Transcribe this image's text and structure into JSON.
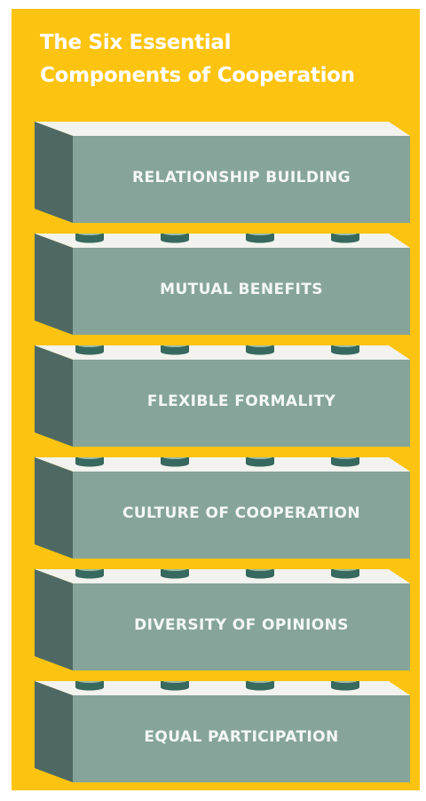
{
  "title": {
    "line1": "The Six Essential",
    "line2": "Components of Cooperation"
  },
  "components": [
    {
      "label": "RELATIONSHIP BUILDING"
    },
    {
      "label": "MUTUAL BENEFITS"
    },
    {
      "label": "FLEXIBLE FORMALITY"
    },
    {
      "label": "CULTURE OF COOPERATION"
    },
    {
      "label": "DIVERSITY OF OPINIONS"
    },
    {
      "label": "EQUAL PARTICIPATION"
    }
  ],
  "colors": {
    "background": "#fcc410",
    "block_front": "#86a49a",
    "block_side": "#4e6963",
    "block_top": "#f2f2ee",
    "stud_side": "#37695e",
    "stud_top": "#9cbab0",
    "text": "#ffffff"
  }
}
